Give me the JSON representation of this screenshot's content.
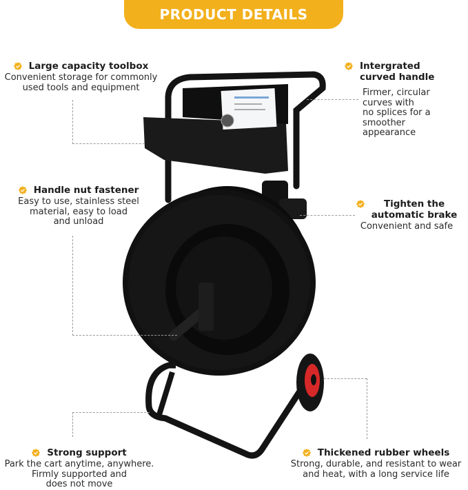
{
  "banner": {
    "title": "PRODUCT DETAILS"
  },
  "accent_color": "#f2b01c",
  "features": {
    "toolbox": {
      "title": "Large capacity toolbox",
      "desc_lines": [
        "Convenient storage for commonly",
        "used tools and equipment"
      ]
    },
    "handle": {
      "title_lines": [
        "Intergrated",
        "curved handle"
      ],
      "desc_lines": [
        "Firmer, circular",
        "curves with",
        "no splices for a",
        "smoother",
        "appearance"
      ]
    },
    "nut": {
      "title": "Handle nut fastener",
      "desc_lines": [
        "Easy to use, stainless steel",
        "material, easy to load",
        "and unload"
      ]
    },
    "brake": {
      "title_lines": [
        "Tighten the",
        "automatic brake"
      ],
      "desc_lines": [
        "Convenient and safe"
      ]
    },
    "support": {
      "title": "Strong support",
      "desc_lines": [
        "Park the cart anytime, anywhere.",
        "Firmly supported and",
        "does not move"
      ]
    },
    "wheels": {
      "title": "Thickened rubber wheels",
      "desc_lines": [
        "Strong, durable, and resistant to wear",
        "and heat, with a long service life"
      ]
    }
  },
  "icons": {
    "feature_badge": "gold-badge-check-icon"
  }
}
